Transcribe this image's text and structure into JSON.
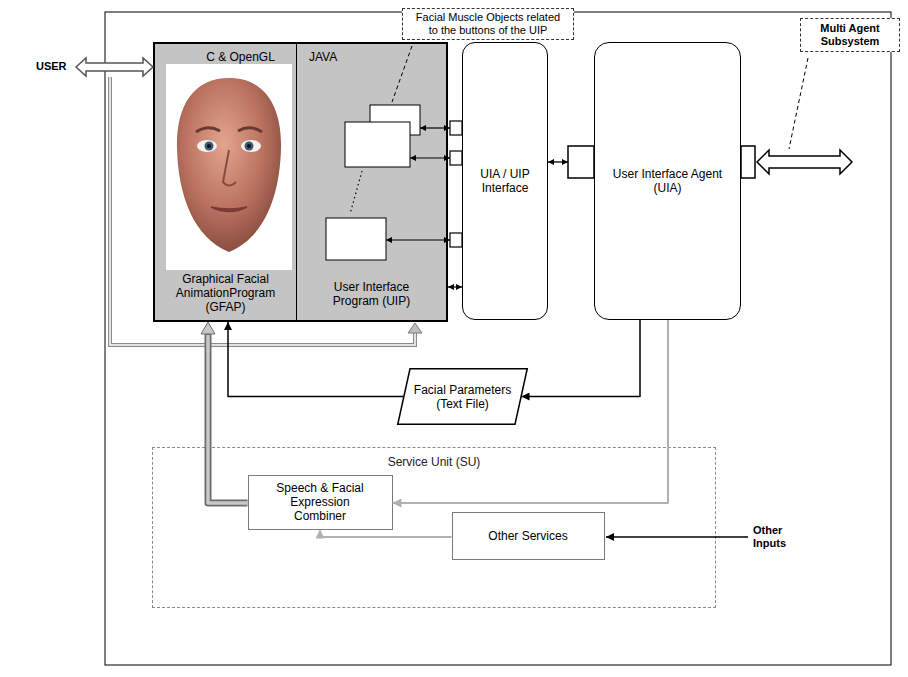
{
  "diagram": {
    "nodes": [
      {
        "text": [
          "C & OpenGL",
          "Graphical Facial AnimationProgram (GFAP)"
        ]
      },
      {
        "text": [
          "JAVA",
          "User Interface Program (UIP)"
        ]
      },
      {
        "text": [
          "Facial Muscle Objects related to the buttons of the UIP"
        ]
      },
      {
        "text": [
          "UIA / UIP Interface"
        ]
      },
      {
        "text": [
          "User Interface Agent (UIA)"
        ]
      },
      {
        "text": [
          "Multi Agent Subsystem"
        ]
      },
      {
        "text": [
          "Facial Parameters (Text File)"
        ]
      },
      {
        "text": [
          "Service Unit (SU)"
        ]
      },
      {
        "text": [
          "Speech & Facial Expression Combiner"
        ],
        "in": 7
      },
      {
        "text": [
          "Other Services"
        ],
        "in": 7
      }
    ],
    "edges": [
      {
        "from": 1,
        "to": 3,
        "arrow": "both"
      },
      {
        "from": 1,
        "to": 3,
        "arrow": "both"
      },
      {
        "from": 1,
        "to": 3,
        "arrow": "both"
      },
      {
        "from": 1,
        "to": 3,
        "arrow": "both"
      },
      {
        "from": 3,
        "to": 4,
        "arrow": "both"
      },
      {
        "from": 4,
        "to": 6,
        "arrow": "to"
      },
      {
        "from": 6,
        "to": 0,
        "arrow": "to"
      },
      {
        "from": 4,
        "to": 8,
        "arrow": "to"
      },
      {
        "from": 9,
        "to": 8,
        "arrow": "to"
      },
      {
        "from": 8,
        "to": 0,
        "arrow": "to"
      }
    ],
    "labels": [
      "USER",
      "Other Inputs"
    ]
  }
}
